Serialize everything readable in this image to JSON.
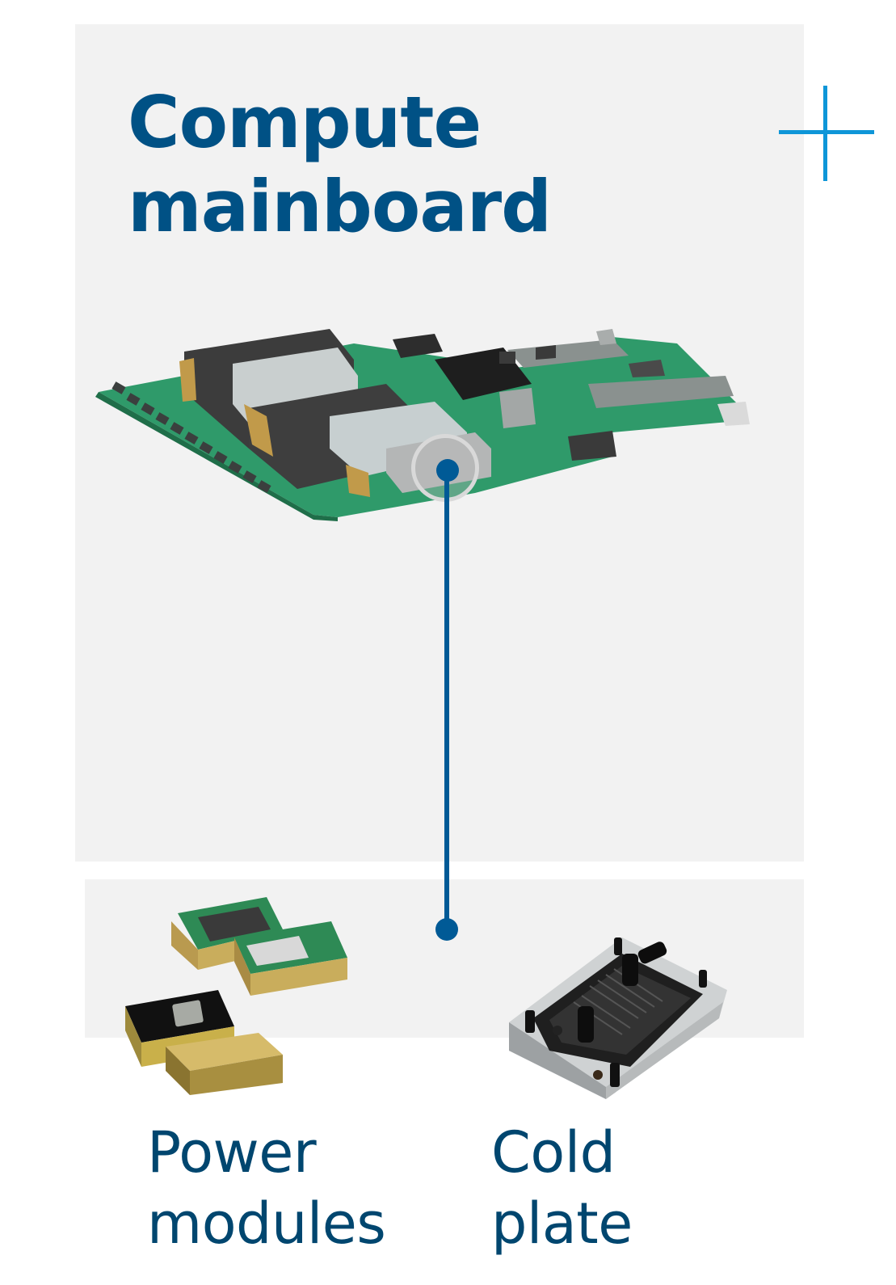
{
  "diagram": {
    "title": {
      "line1": "Compute",
      "line2": "mainboard"
    },
    "expand_icon": "plus-icon",
    "connector": {
      "from": "compute-mainboard",
      "to": "components-row"
    },
    "components": [
      {
        "id": "power-modules",
        "label_line1": "Power",
        "label_line2": "modules",
        "image": "power-modules-image"
      },
      {
        "id": "cold-plate",
        "label_line1": "Cold",
        "label_line2": "plate",
        "image": "cold-plate-image"
      }
    ],
    "colors": {
      "title": "#005185",
      "label": "#00466f",
      "accent_plus": "#0e96d8",
      "connector": "#005a96",
      "panel_bg": "#f2f2f2",
      "page_bg": "#ffffff"
    }
  }
}
